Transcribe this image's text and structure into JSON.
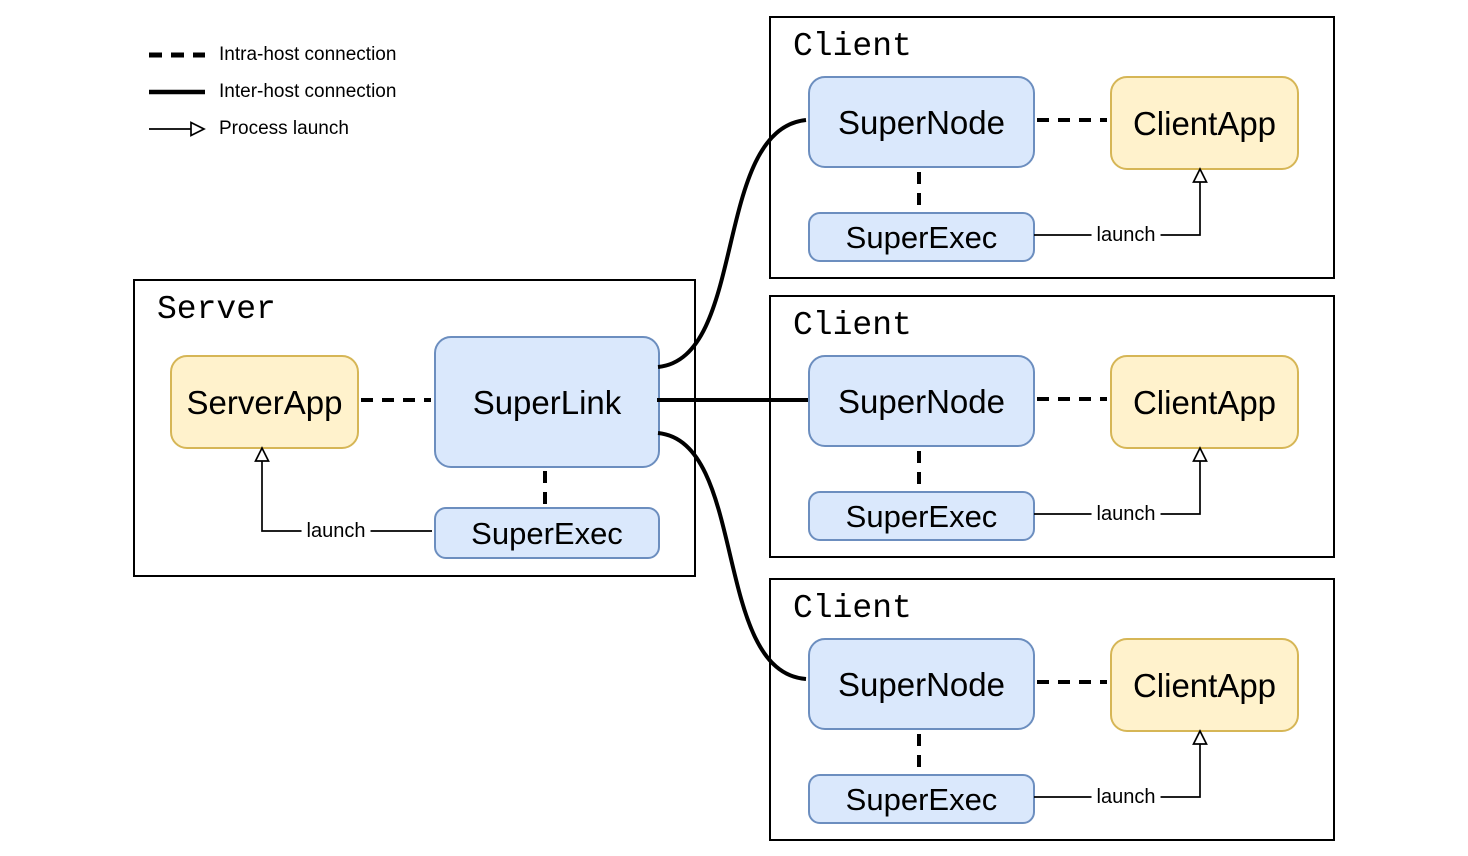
{
  "legend": {
    "items": [
      {
        "id": "intra-host",
        "style": "dashed",
        "label": "Intra-host connection"
      },
      {
        "id": "inter-host",
        "style": "solid",
        "label": "Inter-host connection"
      },
      {
        "id": "process-launch",
        "style": "arrow",
        "label": "Process launch"
      }
    ]
  },
  "server": {
    "title": "Server",
    "nodes": {
      "server_app": "ServerApp",
      "super_link": "SuperLink",
      "super_exec": "SuperExec"
    },
    "launch_label": "launch"
  },
  "clients": [
    {
      "title": "Client",
      "nodes": {
        "super_node": "SuperNode",
        "client_app": "ClientApp",
        "super_exec": "SuperExec"
      },
      "launch_label": "launch"
    },
    {
      "title": "Client",
      "nodes": {
        "super_node": "SuperNode",
        "client_app": "ClientApp",
        "super_exec": "SuperExec"
      },
      "launch_label": "launch"
    },
    {
      "title": "Client",
      "nodes": {
        "super_node": "SuperNode",
        "client_app": "ClientApp",
        "super_exec": "SuperExec"
      },
      "launch_label": "launch"
    }
  ],
  "theme": {
    "blue_fill": "#dae8fc",
    "blue_border": "#6c8ebf",
    "yellow_fill": "#fff2cc",
    "yellow_border": "#d6b656",
    "line_color": "#000000",
    "box_bg": "#ffffff"
  }
}
